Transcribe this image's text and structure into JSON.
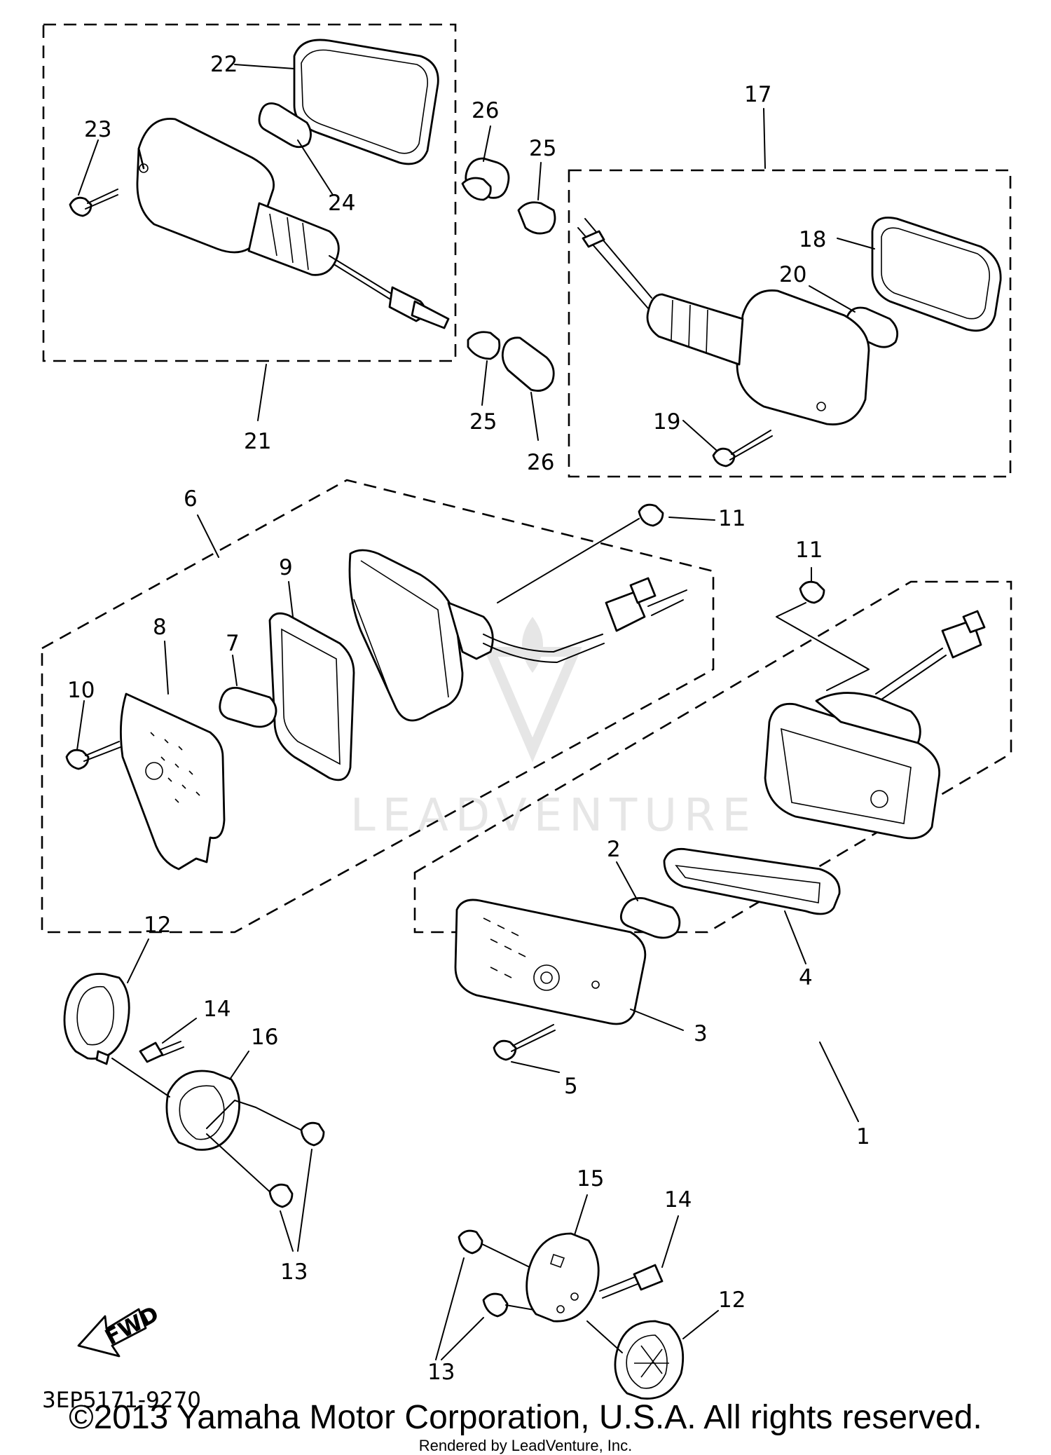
{
  "diagram": {
    "code": "3EP5171-9270",
    "direction_label": "FWD",
    "watermark": "LEADVENTURE",
    "copyright": "©2013 Yamaha Motor Corporation, U.S.A. All rights reserved.",
    "render_credit": "Rendered by LeadVenture, Inc.",
    "callouts": {
      "c1": "1",
      "c2": "2",
      "c3": "3",
      "c4": "4",
      "c5": "5",
      "c6": "6",
      "c7": "7",
      "c8": "8",
      "c9": "9",
      "c10": "10",
      "c11a": "11",
      "c11b": "11",
      "c12a": "12",
      "c12b": "12",
      "c13a": "13",
      "c13b": "13",
      "c14a": "14",
      "c14b": "14",
      "c15": "15",
      "c16": "16",
      "c17": "17",
      "c18": "18",
      "c19": "19",
      "c20": "20",
      "c21": "21",
      "c22": "22",
      "c23": "23",
      "c24": "24",
      "c25a": "25",
      "c25b": "25",
      "c26a": "26",
      "c26b": "26"
    }
  }
}
